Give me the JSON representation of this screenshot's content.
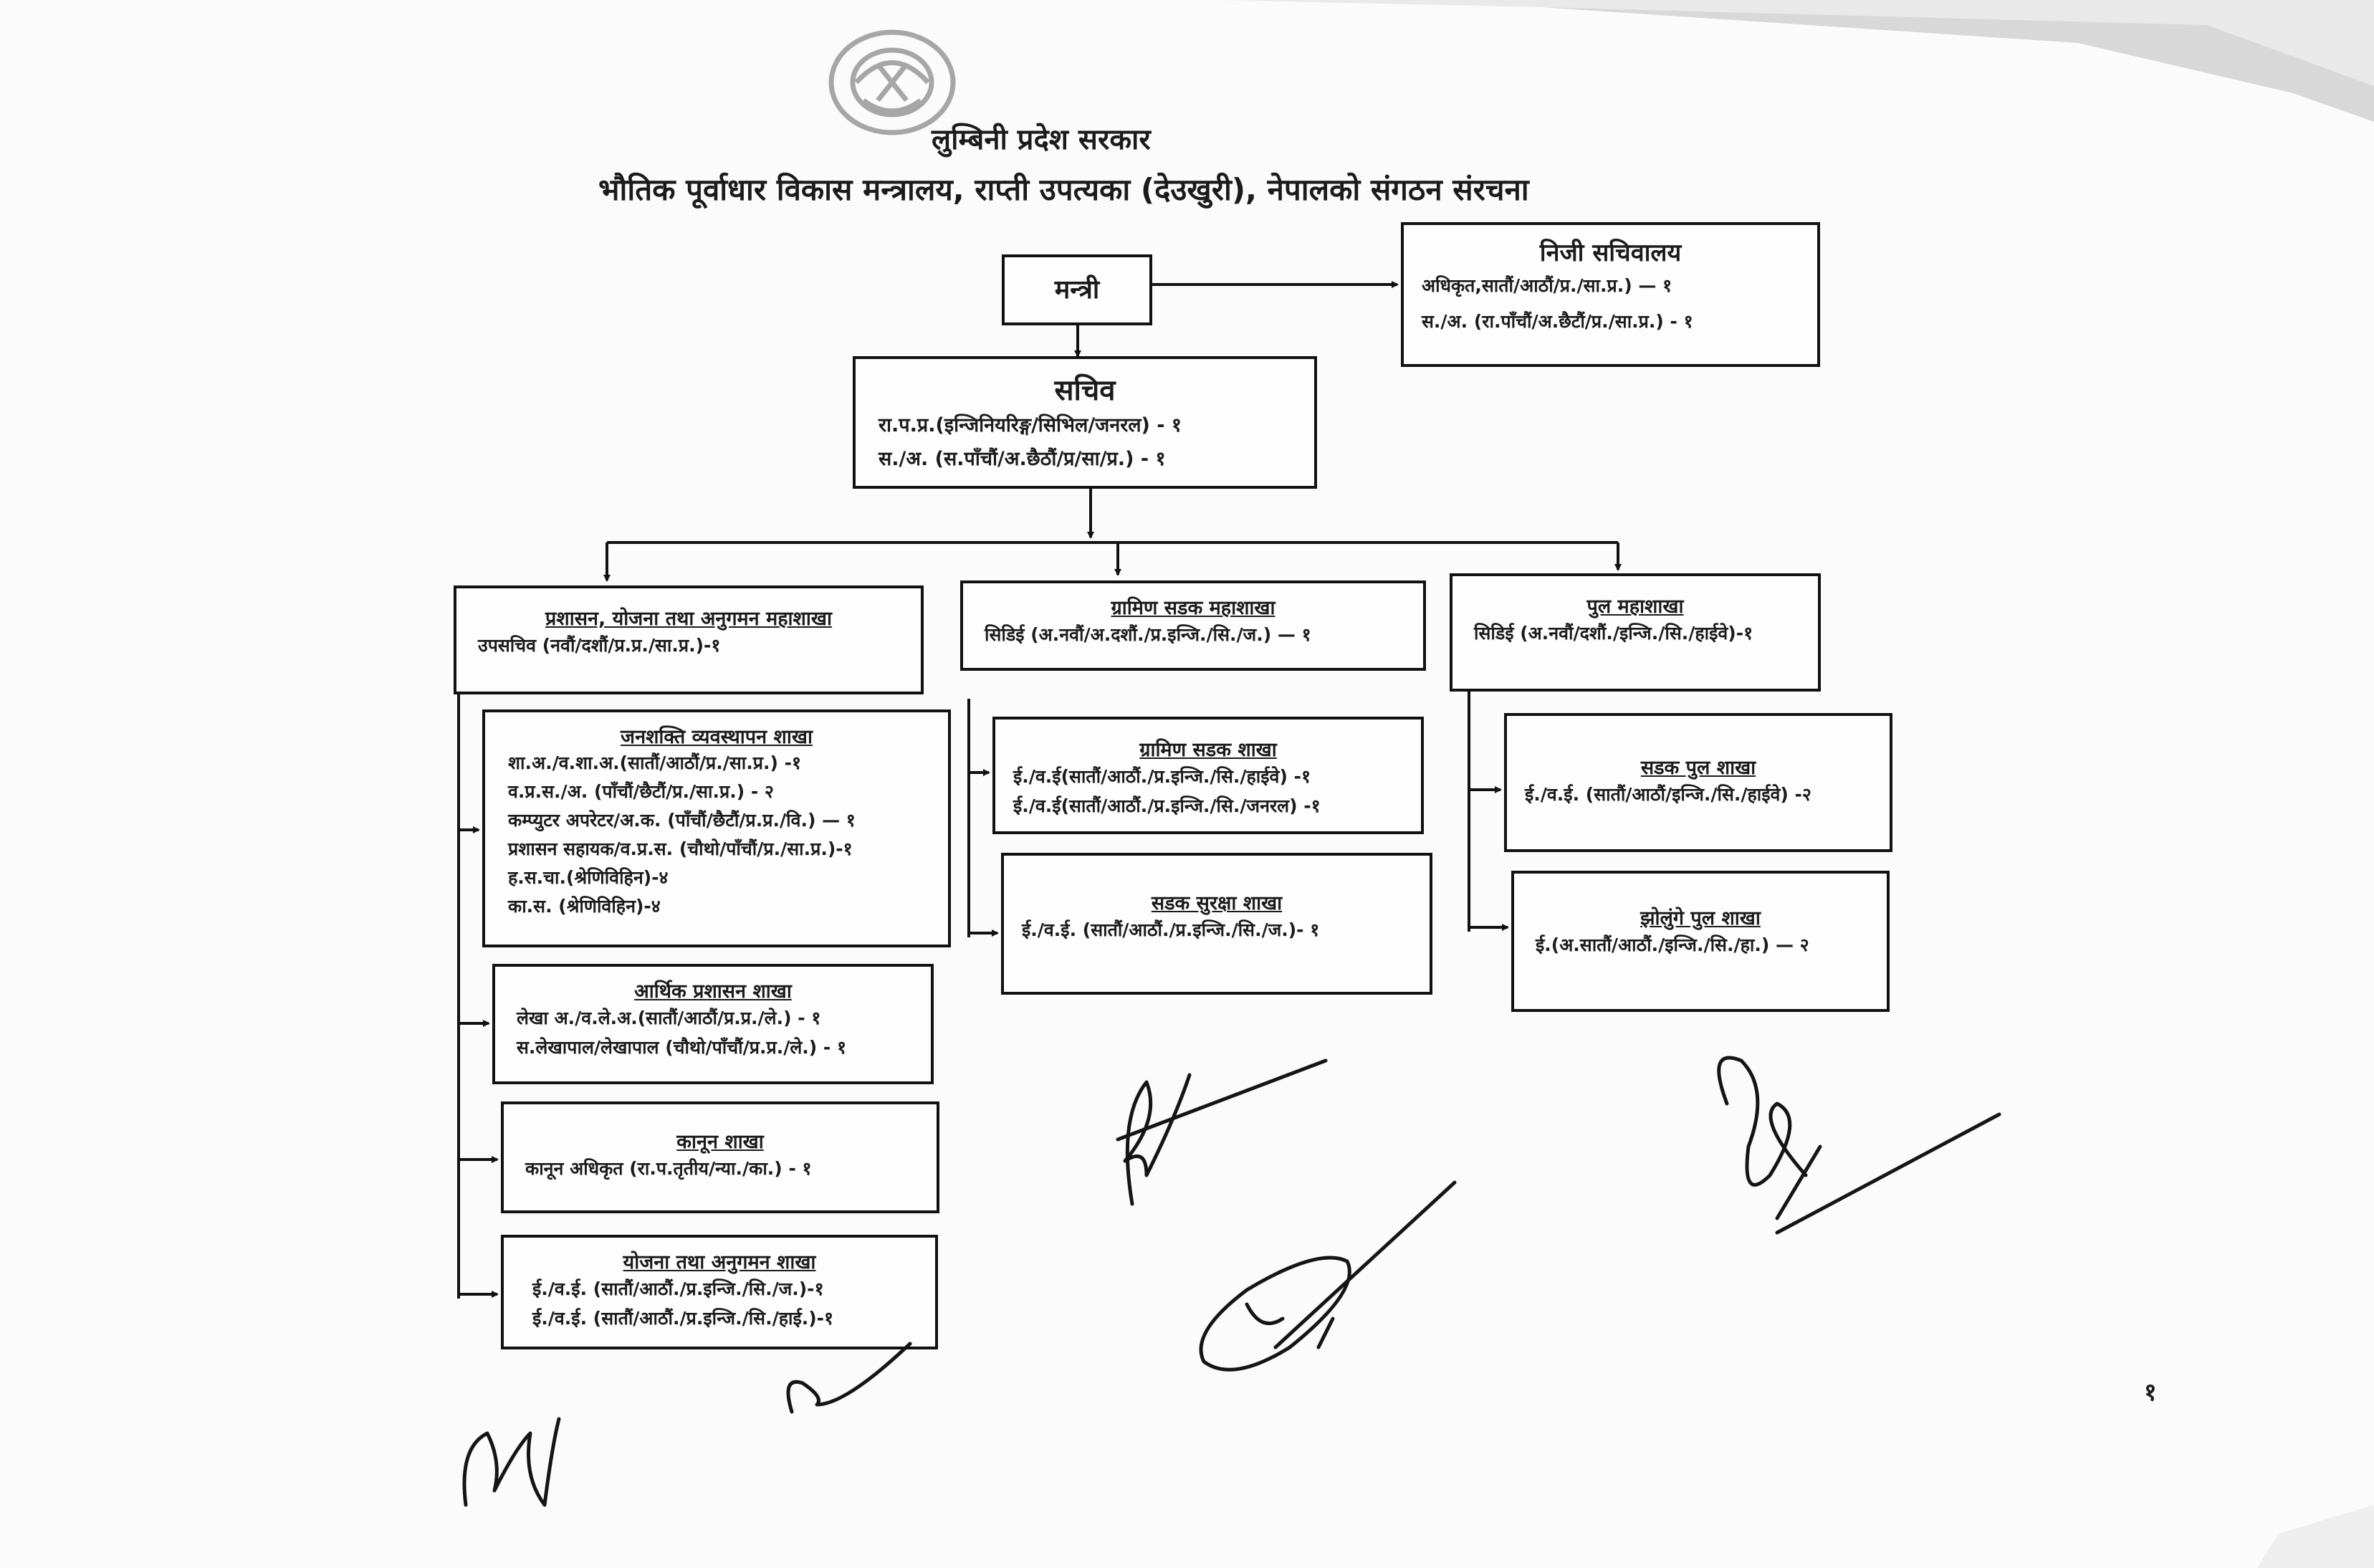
{
  "header": {
    "title": "लुम्बिनी प्रदेश सरकार",
    "subtitle": "भौतिक पूर्वाधार विकास मन्त्रालय, राप्ती उपत्यका (देउखुरी), नेपालको संगठन संरचना"
  },
  "minister": {
    "label": "मन्त्री"
  },
  "private_secretariat": {
    "title": "निजी सचिवालय",
    "lines": [
      "अधिकृत,सातौं/आठौं/प्र./सा.प्र.) — १",
      "स./अ. (रा.पाँचौं/अ.छैटौं/प्र./सा.प्र.) - १"
    ]
  },
  "secretary": {
    "title": "सचिव",
    "lines": [
      "रा.प.प्र.(इन्जिनियरिङ्ग/सिभिल/जनरल) - १",
      "स./अ. (स.पाँचौं/अ.छैठौं/प्र/सा/प्र.) - १"
    ]
  },
  "divisions": [
    {
      "title": "प्रशासन, योजना तथा अनुगमन महाशाखा",
      "lines": [
        "उपसचिव (नवौं/दशौं/प्र.प्र./सा.प्र.)-१"
      ]
    },
    {
      "title": "ग्रामिण सडक महाशाखा",
      "lines": [
        "सिडिई (अ.नवौं/अ.दशौं./प्र.इन्जि./सि./ज.) — १"
      ]
    },
    {
      "title": "पुल महाशाखा",
      "lines": [
        "सिडिई (अ.नवौं/दशौं./इन्जि./सि./हाईवे)-१"
      ]
    }
  ],
  "sections_left": [
    {
      "title": "जनशक्ति व्यवस्थापन शाखा",
      "lines": [
        "शा.अ./व.शा.अ.(सातौं/आठौं/प्र./सा.प्र.) -१",
        "व.प्र.स./अ. (पाँचौं/छैटौं/प्र./सा.प्र.) - २",
        "कम्प्युटर अपरेटर/अ.क. (पाँचौं/छैटौं/प्र.प्र./वि.) — १",
        "प्रशासन सहायक/व.प्र.स. (चौथो/पाँचौं/प्र./सा.प्र.)-१",
        "ह.स.चा.(श्रेणिविहिन)-४",
        "का.स. (श्रेणिविहिन)-४"
      ]
    },
    {
      "title": "आर्थिक प्रशासन शाखा",
      "lines": [
        "लेखा अ./व.ले.अ.(सातौं/आठौं/प्र.प्र./ले.) - १",
        "स.लेखापाल/लेखापाल (चौथो/पाँचौं/प्र.प्र./ले.) - १"
      ]
    },
    {
      "title": "कानून शाखा",
      "lines": [
        "कानून अधिकृत (रा.प.तृतीय/न्या./का.) - १"
      ]
    },
    {
      "title": "योजना तथा अनुगमन शाखा",
      "lines": [
        "ई./व.ई. (सातौं/आठौं./प्र.इन्जि./सि./ज.)-१",
        "ई./व.ई. (सातौं/आठौं./प्र.इन्जि./सि./हाई.)-१"
      ]
    }
  ],
  "sections_middle": [
    {
      "title": "ग्रामिण सडक शाखा",
      "lines": [
        "ई./व.ई(सातौं/आठौं./प्र.इन्जि./सि./हाईवे) -१",
        "ई./व.ई(सातौं/आठौं./प्र.इन्जि./सि./जनरल) -१"
      ]
    },
    {
      "title": "सडक सुरक्षा शाखा",
      "lines": [
        "ई./व.ई. (सातौं/आठौं./प्र.इन्जि./सि./ज.)- १"
      ]
    }
  ],
  "sections_right": [
    {
      "title": "सडक पुल शाखा",
      "lines": [
        "ई./व.ई. (सातौं/आठौं/इन्जि./सि./हाईवे) -२"
      ]
    },
    {
      "title": "झोलुंगे पुल शाखा",
      "lines": [
        "ई.(अ.सातौं/आठौं./इन्जि./सि./हा.) — २"
      ]
    }
  ],
  "page_number": "१"
}
